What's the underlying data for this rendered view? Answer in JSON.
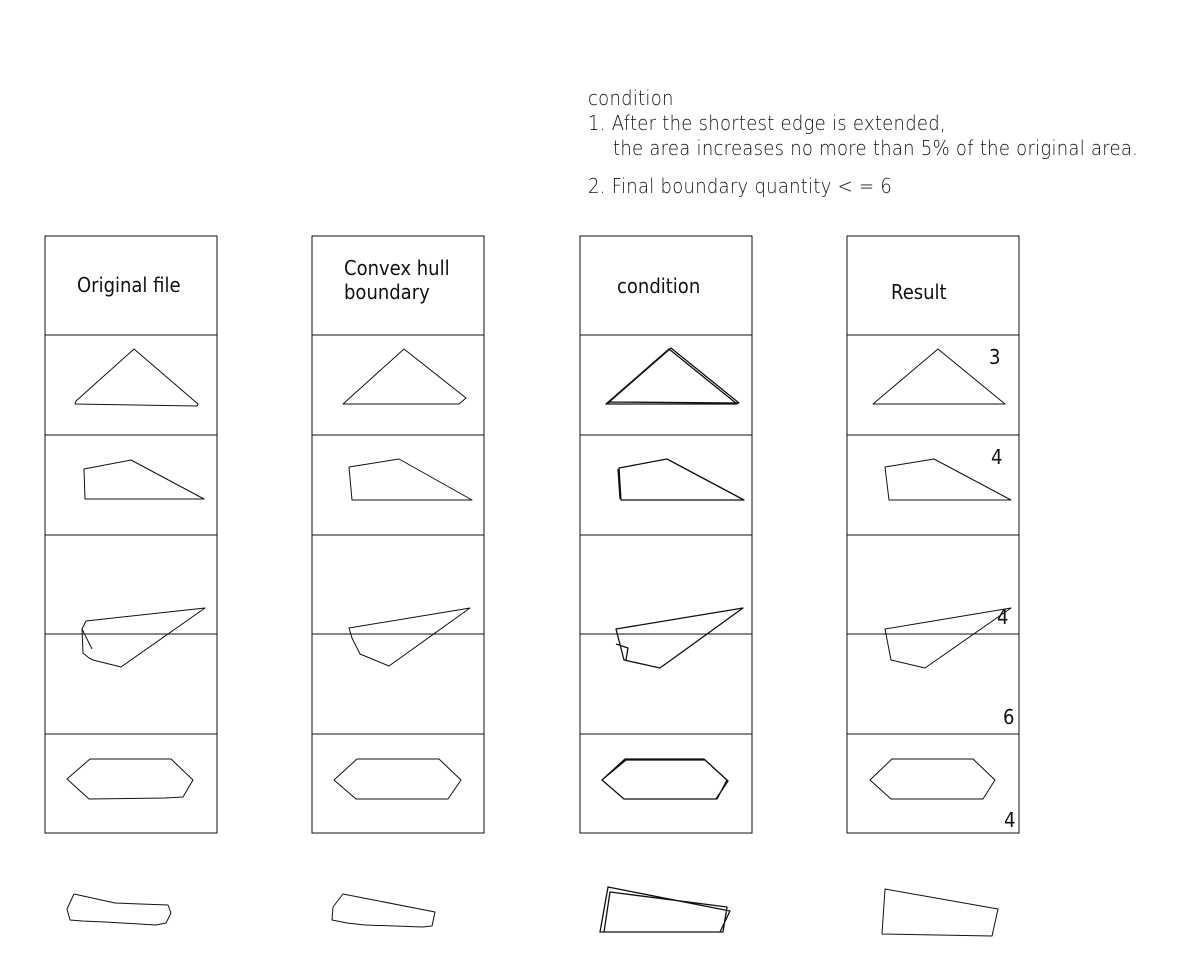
{
  "condition_block": {
    "title": "condition",
    "rule1_line1": "1. After the shortest edge is extended,",
    "rule1_line2": "the area increases no more than 5% of the original area.",
    "rule2": "2. Final boundary quantity < = 6"
  },
  "columns": [
    {
      "id": "original",
      "header": "Original file"
    },
    {
      "id": "convex-hull",
      "header": "Convex hull\nboundary"
    },
    {
      "id": "condition",
      "header": "condition"
    },
    {
      "id": "result",
      "header": "Result"
    }
  ],
  "rows": [
    {
      "shape": "triangle",
      "result_count": "3"
    },
    {
      "shape": "trapezoid",
      "result_count": "4"
    },
    {
      "shape": "wedge",
      "result_count": "4"
    },
    {
      "shape": "hexagon",
      "result_count": "6"
    },
    {
      "shape": "quadrilateral",
      "result_count": "4"
    }
  ],
  "colors": {
    "line": "#111111",
    "background": "#ffffff"
  }
}
